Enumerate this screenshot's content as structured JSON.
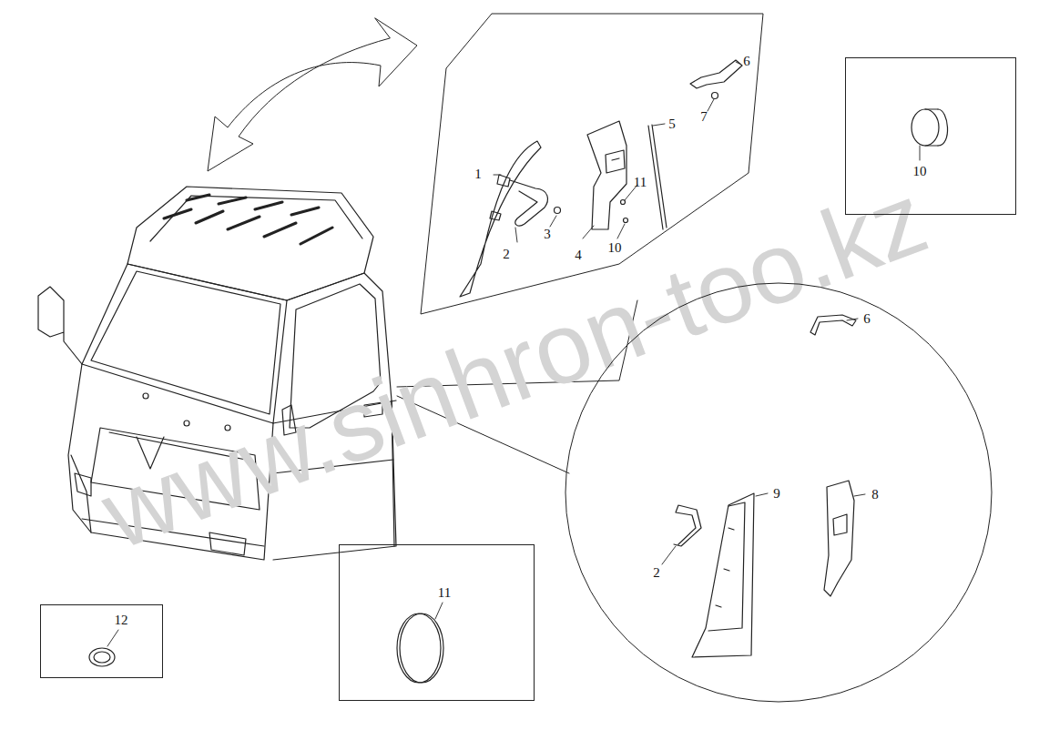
{
  "diagram": {
    "nodes": [
      {
        "text": [
          "6",
          "7",
          "5",
          "1",
          "11",
          "3",
          "10",
          "4",
          "2"
        ]
      },
      {
        "text": [
          "10"
        ]
      },
      {
        "text": [
          "6",
          "9",
          "8",
          "2"
        ]
      },
      {
        "text": [
          "11"
        ]
      },
      {
        "text": [
          "12"
        ]
      }
    ],
    "labels": [
      "www.sinhron-too.kz"
    ]
  }
}
